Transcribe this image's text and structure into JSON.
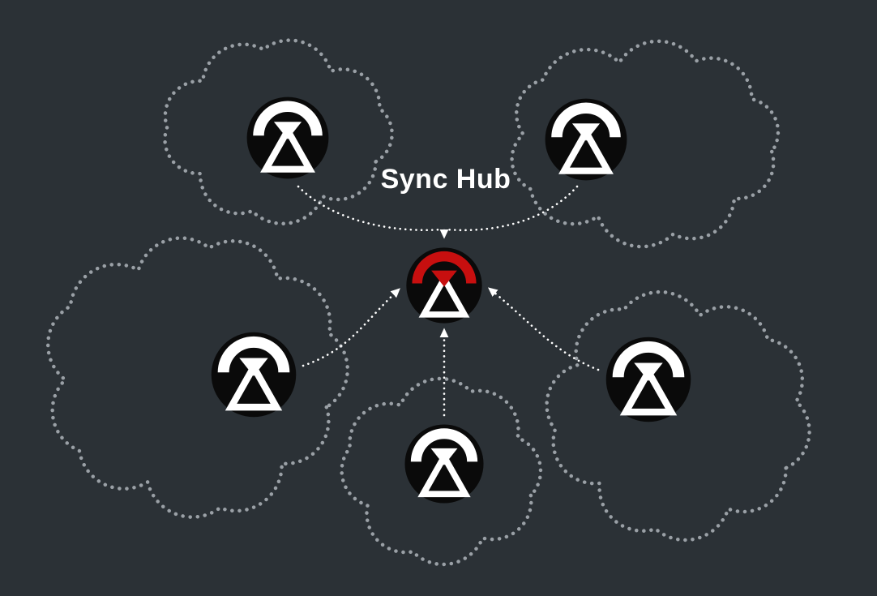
{
  "title": "Sync Hub",
  "colors": {
    "background": "#2b3136",
    "cloud_dots": "#9aa0a6",
    "arrow": "#ffffff",
    "title": "#ffffff",
    "node_fill": "#0a0a0a",
    "glyph": "#ffffff",
    "hub_accent": "#c70f0f"
  },
  "diagram": {
    "hub": {
      "label": "Sync Hub",
      "icon": "sync-signal-icon",
      "accent": "#c70f0f"
    },
    "satellites": [
      {
        "id": "top-left",
        "icon": "sync-signal-icon"
      },
      {
        "id": "top-right",
        "icon": "sync-signal-icon"
      },
      {
        "id": "mid-left",
        "icon": "sync-signal-icon"
      },
      {
        "id": "mid-right",
        "icon": "sync-signal-icon"
      },
      {
        "id": "bottom",
        "icon": "sync-signal-icon"
      }
    ],
    "connections": [
      {
        "from": "top-left",
        "to": "hub",
        "style": "dotted-arrow"
      },
      {
        "from": "top-right",
        "to": "hub",
        "style": "dotted-arrow"
      },
      {
        "from": "mid-left",
        "to": "hub",
        "style": "dotted-arrow"
      },
      {
        "from": "mid-right",
        "to": "hub",
        "style": "dotted-arrow"
      },
      {
        "from": "bottom",
        "to": "hub",
        "style": "dotted-arrow"
      }
    ]
  }
}
